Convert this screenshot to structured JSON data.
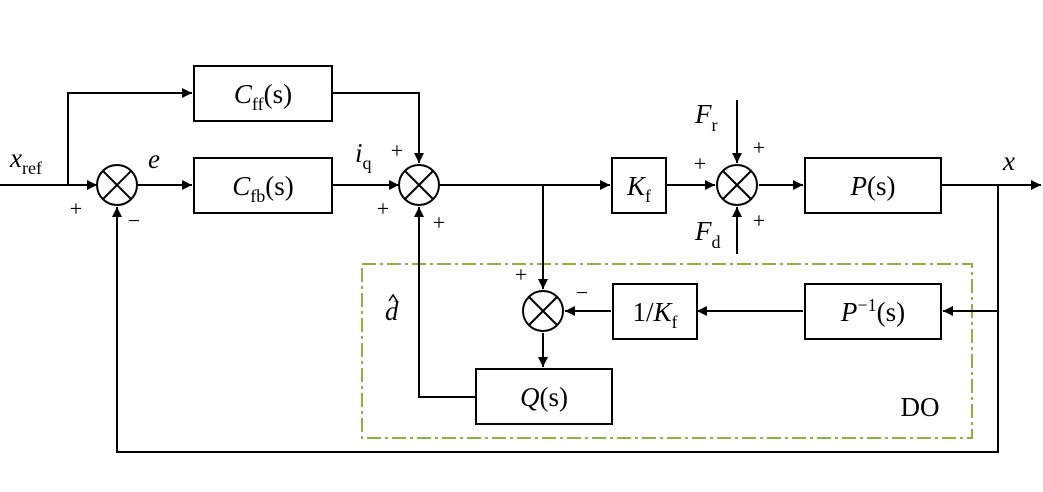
{
  "signals": {
    "x_ref": {
      "main": "x",
      "sub": "ref"
    },
    "e": "e",
    "i_q": {
      "main": "i",
      "sub": "q"
    },
    "F_r": {
      "main": "F",
      "sub": "r"
    },
    "F_d": {
      "main": "F",
      "sub": "d"
    },
    "x_out": "x",
    "d_hat": "d"
  },
  "blocks": {
    "c_ff": {
      "main": "C",
      "sub": "ff",
      "arg": "(s)"
    },
    "c_fb": {
      "main": "C",
      "sub": "fb",
      "arg": "(s)"
    },
    "k_f": {
      "main": "K",
      "sub": "f"
    },
    "plant": {
      "main": "P",
      "arg": "(s)"
    },
    "inv_k_f": {
      "pre": "1/",
      "main": "K",
      "sub": "f"
    },
    "inv_plant": {
      "main": "P",
      "sup": "−1",
      "arg": "(s)"
    },
    "q_filter": {
      "main": "Q",
      "arg": "(s)"
    }
  },
  "signs": {
    "sj1_left": "+",
    "sj1_bottom": "−",
    "sj2_top": "+",
    "sj2_left": "+",
    "sj2_bottom": "+",
    "sj3_left": "+",
    "sj3_top": "+",
    "sj3_bottom": "+",
    "sj4_top": "+",
    "sj4_right": "−"
  },
  "observer_label": "DO",
  "colors": {
    "observer_border": "#8DB33A",
    "line": "#000000"
  }
}
